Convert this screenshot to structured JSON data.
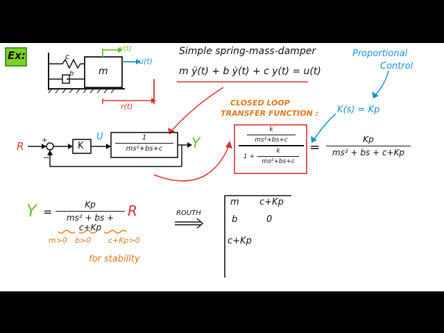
{
  "example_tag": "Ex:",
  "title": "Simple spring-mass-damper",
  "equation": "m ÿ(t) + b ẏ(t) + c y(t) = u(t)",
  "diagram": {
    "spring": "c",
    "damper": "b",
    "mass": "m",
    "y_arrow": "y(t)",
    "u_arrow": "u(t)",
    "r_label": "r(t)"
  },
  "proportional": {
    "line1": "Proportional",
    "line2": "Control",
    "ks": "K(s) = Kp"
  },
  "closed_loop": {
    "line1": "CLOSED LOOP",
    "line2": "TRANSFER FUNCTION :"
  },
  "block": {
    "R": "R",
    "plus": "+",
    "minus": "−",
    "K": "K",
    "U": "U",
    "plant_num": "1",
    "plant_den": "ms²+bs+c",
    "Y": "Y"
  },
  "cltf": {
    "num_num": "k",
    "num_den": "ms²+bs+c",
    "den_one": "1 +",
    "den_num": "k",
    "den_den": "ms²+bs+c",
    "equals": "=",
    "rhs_num": "Kp",
    "rhs_den": "ms² + bs + c+Kp"
  },
  "bottom": {
    "Y": "Y",
    "equals": "=",
    "num": "Kp",
    "den": "ms² + bs + c+Kp",
    "R": "R",
    "cond1": "m>0",
    "cond2": "b>0",
    "cond3": "c+Kp>0",
    "stability": "for stability"
  },
  "routh": {
    "label": "ROUTH",
    "rows": [
      [
        "m",
        "c+Kp"
      ],
      [
        "b",
        "0"
      ],
      [
        "c+Kp",
        ""
      ]
    ]
  }
}
